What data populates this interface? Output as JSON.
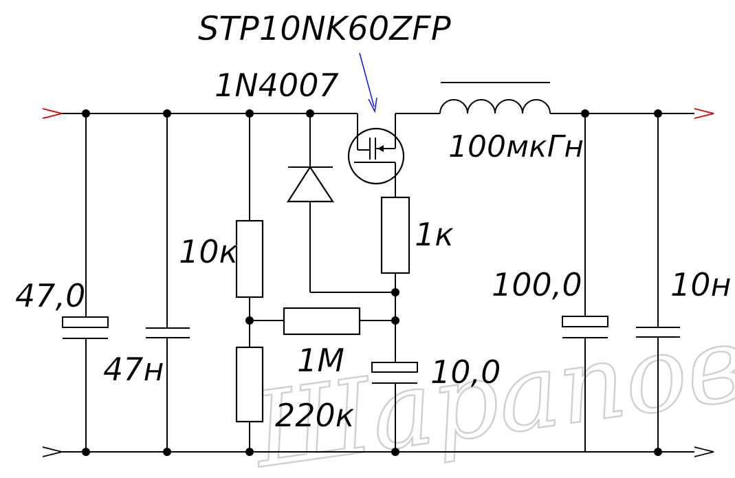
{
  "labels": {
    "transistor": "STP10NK60ZFP",
    "diode": "1N4007",
    "inductor": "100мкГн",
    "r_top_left": "10к",
    "r_gate": "1к",
    "r_feedback": "1М",
    "r_bottom": "220к",
    "c_in_electrolytic": "47,0",
    "c_in_film": "47н",
    "c_mid": "10,0",
    "c_out_electrolytic": "100,0",
    "c_out_film": "10н"
  },
  "watermark": "Шарапов",
  "colors": {
    "wire": "#000000",
    "input_arrow": "#d40000",
    "output_arrow": "#d40000",
    "ground_arrow": "#000000",
    "pointer_arrow": "#1a1aff",
    "watermark": "#d0d0d0"
  }
}
